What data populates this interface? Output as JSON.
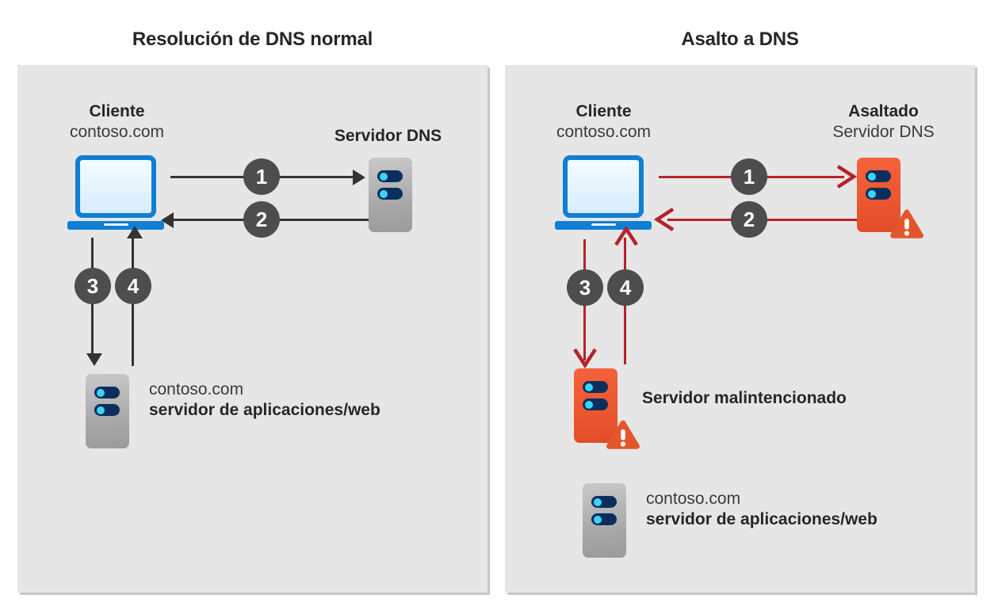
{
  "panels": [
    {
      "id": "normal",
      "title": "Resolución de DNS normal",
      "client": {
        "name": "Cliente",
        "domain": "contoso.com"
      },
      "dns_server": {
        "name": "Servidor DNS"
      },
      "app_server": {
        "domain": "contoso.com",
        "role": "servidor de aplicaciones/web"
      },
      "steps": [
        "1",
        "2",
        "3",
        "4"
      ],
      "arrow_color": "#333333"
    },
    {
      "id": "hijack",
      "title": "Asalto a DNS",
      "client": {
        "name": "Cliente",
        "domain": "contoso.com"
      },
      "dns_server": {
        "name": "Asaltado",
        "sub": "Servidor DNS"
      },
      "malicious_server": {
        "label": "Servidor malintencionado"
      },
      "app_server": {
        "domain": "contoso.com",
        "role": "servidor de aplicaciones/web"
      },
      "steps": [
        "1",
        "2",
        "3",
        "4"
      ],
      "arrow_color": "#b52328"
    }
  ],
  "colors": {
    "panel_background": "#e6e6e6",
    "page_background": "#ffffff",
    "laptop_blue": "#0f7fd4",
    "server_grey": "#a8a8a8",
    "malicious_orange": "#f05c34",
    "server_pill_navy": "#0a2f5e",
    "server_dot_cyan": "#3fd2f7",
    "badge_grey": "#4d4d4d",
    "arrow_black": "#333333",
    "arrow_red": "#b52328",
    "text_dark": "#262626"
  },
  "icons": {
    "laptop": "laptop-icon",
    "server": "server-icon",
    "malicious_server": "malicious-server-icon",
    "warning": "warning-triangle-icon",
    "arrow": "arrow-icon"
  }
}
